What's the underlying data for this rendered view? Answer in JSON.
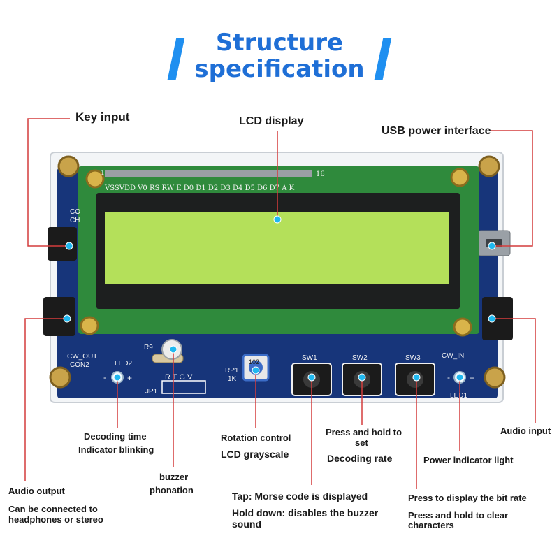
{
  "header": {
    "title_line1": "Structure",
    "title_line2": "specification",
    "accent_color": "#1f6fd6",
    "bar_color": "#1f8ff0"
  },
  "board": {
    "pin_header": "VSSVDD V0  RS  RW  E   D0  D1  D2  D3  D4  D5  D6  D7   A    K",
    "pin_number": "16",
    "pin_one": "1",
    "port_left_top": "CO",
    "port_left_top2": "CH",
    "cw_out": "CW_OUT",
    "con2": "CON2",
    "cw_in": "CW_IN",
    "led2": "LED2",
    "led1": "LED1",
    "r9": "R9",
    "jp1": "JP1",
    "header_pins": "R T G V",
    "rp1": "RP1",
    "rp1_val": "1K",
    "pot_code": "102",
    "sw1": "SW1",
    "sw2": "SW2",
    "sw3": "SW3",
    "minus": "-",
    "plus": "+",
    "pcb_color": "#17357a",
    "lcd_color": "#b4e05a",
    "lcd_frame_color": "#2f8a3c"
  },
  "labels": {
    "key_input": "Key input",
    "lcd_display": "LCD display",
    "usb_power": "USB power interface",
    "decoding_time": "Decoding time",
    "indicator_blinking": "Indicator blinking",
    "rotation_control": "Rotation control",
    "lcd_grayscale": "LCD grayscale",
    "press_hold_set_1": "Press and hold to",
    "press_hold_set_2": "set",
    "decoding_rate": "Decoding rate",
    "audio_input": "Audio input",
    "power_indicator": "Power indicator light",
    "audio_output": "Audio output",
    "connect_1": "Can be connected to",
    "connect_2": "headphones or stereo",
    "buzzer": "buzzer",
    "phonation": "phonation",
    "tap_morse": "Tap: Morse code is displayed",
    "hold_down_1": "Hold down: disables the buzzer",
    "hold_down_2": "sound",
    "press_bit_rate": "Press to display the bit rate",
    "press_hold_clear_1": "Press and hold to clear",
    "press_hold_clear_2": "characters"
  }
}
